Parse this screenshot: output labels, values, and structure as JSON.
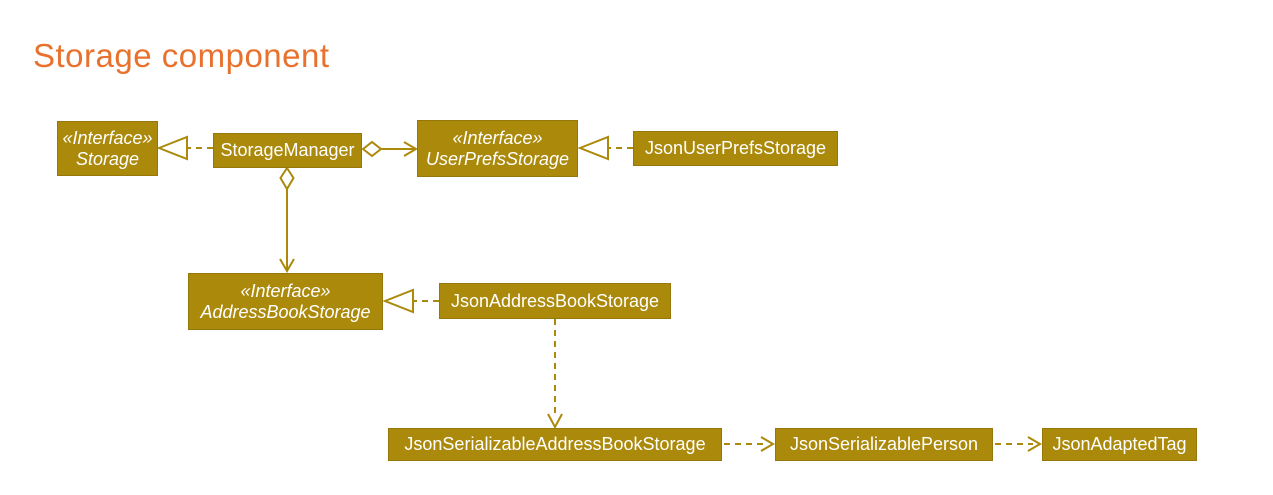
{
  "title": "Storage component",
  "colors": {
    "title_orange": "#E8722D",
    "uml_gold": "#AB890B",
    "box_text": "#FFFFFF",
    "background": "#FFFFFF"
  },
  "diagram": {
    "boxes": {
      "storage": {
        "stereotype": "«Interface»",
        "name": "Storage"
      },
      "storage_manager": {
        "name": "StorageManager"
      },
      "user_prefs_storage": {
        "stereotype": "«Interface»",
        "name": "UserPrefsStorage"
      },
      "json_user_prefs_storage": {
        "name": "JsonUserPrefsStorage"
      },
      "address_book_storage": {
        "stereotype": "«Interface»",
        "name": "AddressBookStorage"
      },
      "json_address_book_storage": {
        "name": "JsonAddressBookStorage"
      },
      "json_serializable_address_book_storage": {
        "name": "JsonSerializableAddressBookStorage"
      },
      "json_serializable_person": {
        "name": "JsonSerializablePerson"
      },
      "json_adapted_tag": {
        "name": "JsonAdaptedTag"
      }
    }
  }
}
